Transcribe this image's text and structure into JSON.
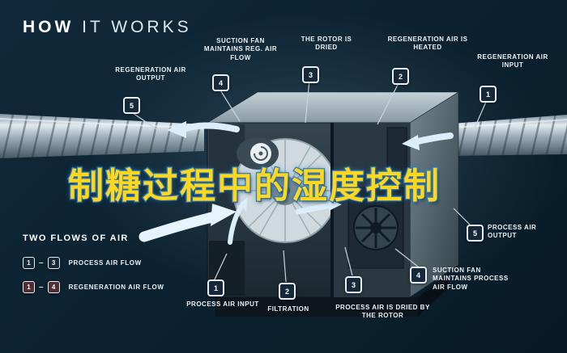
{
  "title": {
    "bold": "HOW",
    "rest": " IT WORKS"
  },
  "overlay": {
    "text": "制糖过程中的湿度控制"
  },
  "callouts": {
    "top": [
      {
        "num": "5",
        "label": "REGENERATION AIR OUTPUT"
      },
      {
        "num": "4",
        "label": "SUCTION FAN MAINTAINS REG. AIR FLOW"
      },
      {
        "num": "3",
        "label": "THE ROTOR IS DRIED"
      },
      {
        "num": "2",
        "label": "REGENERATION AIR IS HEATED"
      },
      {
        "num": "1",
        "label": "REGENERATION AIR INPUT"
      }
    ],
    "bottom": [
      {
        "num": "1",
        "label": "PROCESS AIR INPUT"
      },
      {
        "num": "2",
        "label": "FILTRATION"
      },
      {
        "num": "3",
        "label": "PROCESS AIR IS DRIED BY THE ROTOR"
      },
      {
        "num": "4",
        "label": "SUCTION FAN MAINTAINS PROCESS AIR FLOW"
      },
      {
        "num": "5",
        "label": "PROCESS AIR OUTPUT"
      }
    ]
  },
  "legend": {
    "heading": "TWO FLOWS OF AIR",
    "dash": "–",
    "rows": [
      {
        "from": "1",
        "to": "3",
        "label": "PROCESS AIR FLOW",
        "type": "process"
      },
      {
        "from": "1",
        "to": "4",
        "label": "REGENERATION AIR FLOW",
        "type": "regeneration"
      }
    ]
  },
  "colors": {
    "background": "#0c2231",
    "accent_arrow": "#dbeefa",
    "overlay_fill": "#ffd71e",
    "overlay_stroke": "#2e7fc0",
    "heater": "#ef8a2e"
  }
}
